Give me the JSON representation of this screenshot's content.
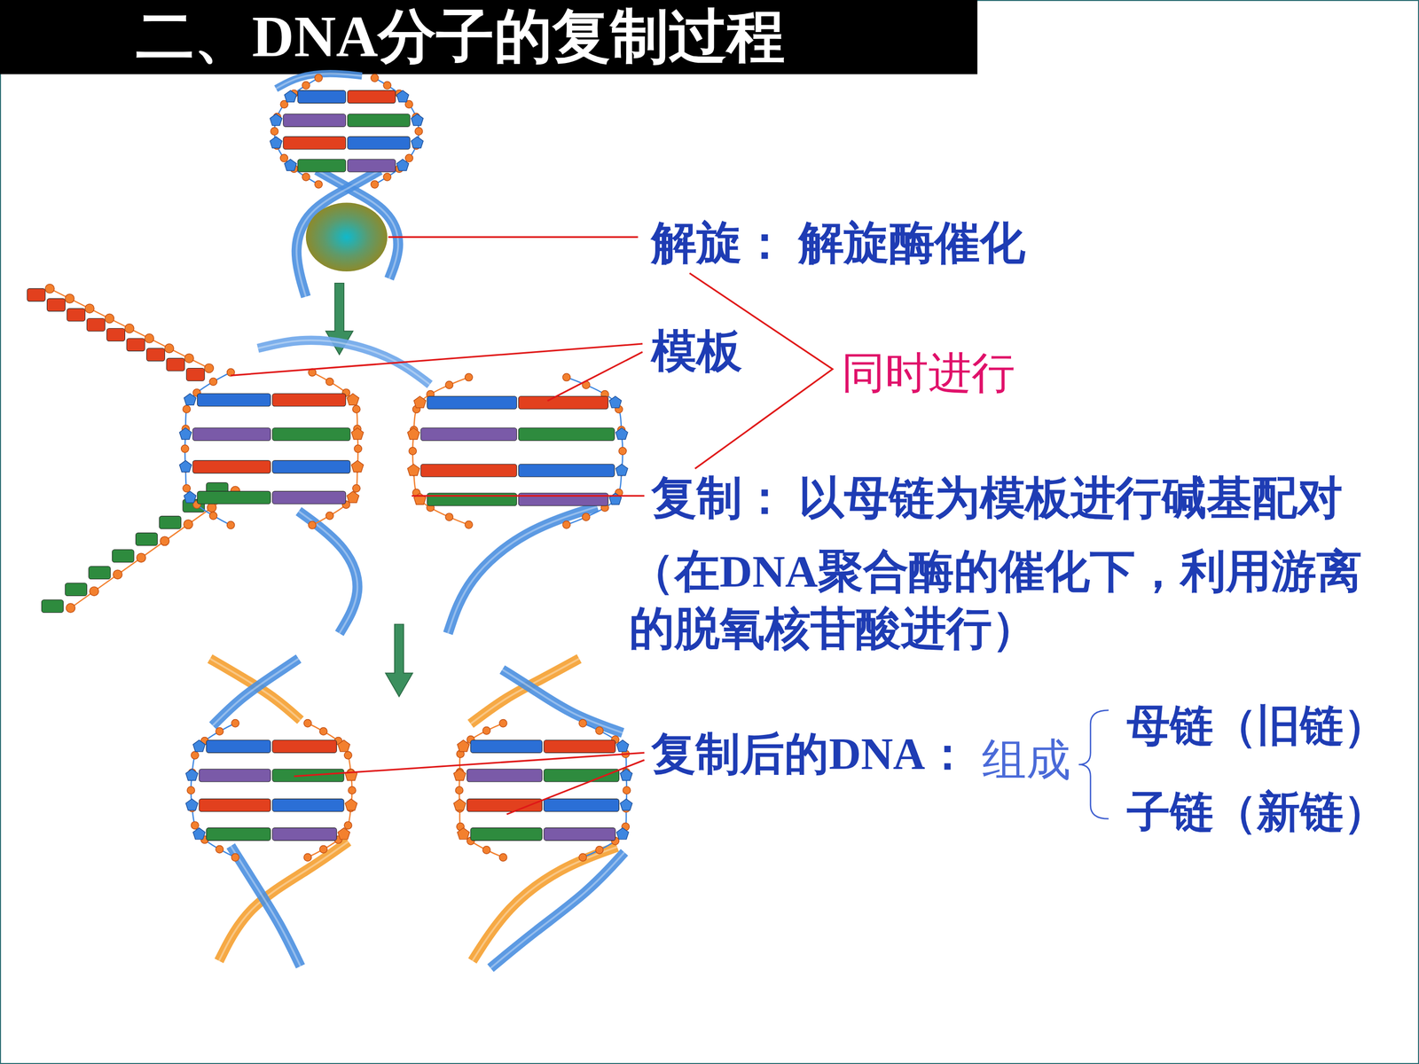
{
  "diagram": {
    "title": "二、DNA分子的复制过程",
    "labels": [
      "解旋： 解旋酶催化",
      "模板",
      "同时进行",
      "复制： 以母链为模板进行碱基配对",
      "（在DNA聚合酶的催化下，利用游离 的脱氧核苷酸进行）",
      "复制后的DNA：",
      "组成",
      "母链（旧链）",
      "子链（新链）"
    ]
  }
}
